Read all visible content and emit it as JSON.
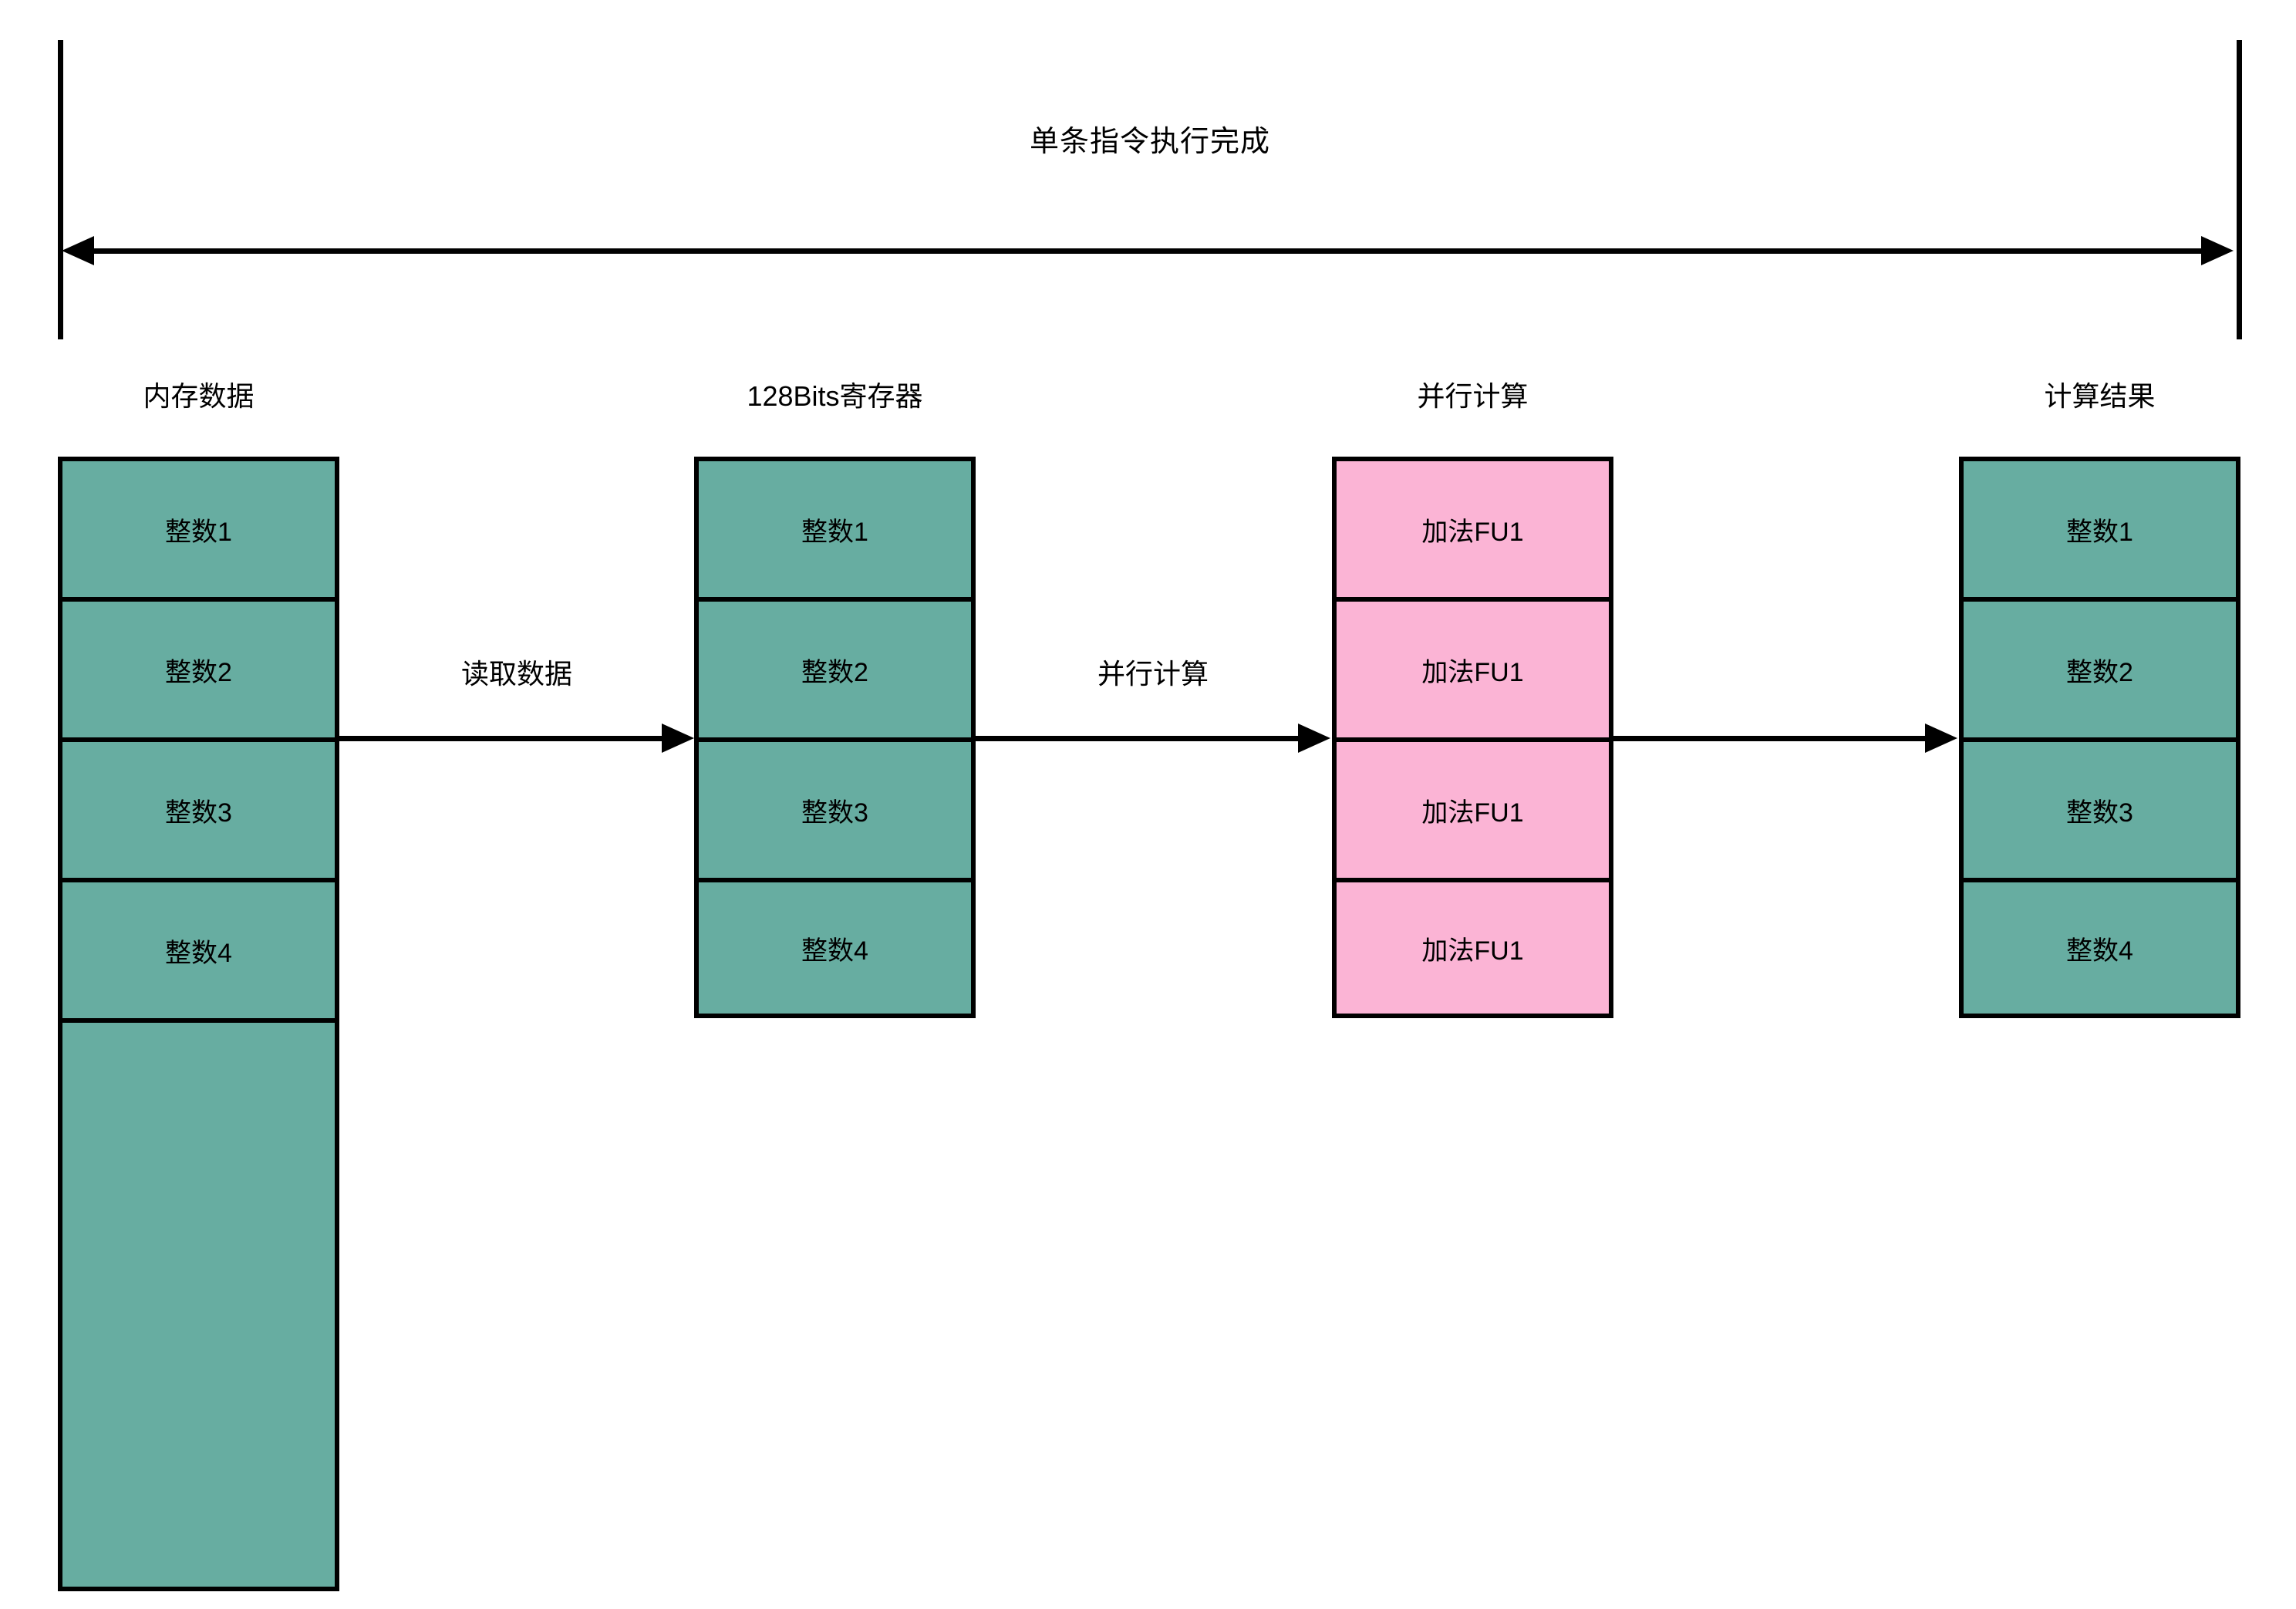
{
  "diagram": {
    "title": "单条指令执行完成",
    "colors": {
      "data_fill": "#67ADA1",
      "compute_fill": "#FBB4D5",
      "stroke": "#000000",
      "background": "#ffffff"
    },
    "columns": [
      {
        "id": "memory",
        "header": "内存数据",
        "fill": "green",
        "cells": [
          "整数1",
          "整数2",
          "整数3",
          "整数4",
          ""
        ]
      },
      {
        "id": "register",
        "header": "128Bits寄存器",
        "fill": "green",
        "cells": [
          "整数1",
          "整数2",
          "整数3",
          "整数4"
        ]
      },
      {
        "id": "parallel-compute",
        "header": "并行计算",
        "fill": "pink",
        "cells": [
          "加法FU1",
          "加法FU1",
          "加法FU1",
          "加法FU1"
        ]
      },
      {
        "id": "result",
        "header": "计算结果",
        "fill": "green",
        "cells": [
          "整数1",
          "整数2",
          "整数3",
          "整数4"
        ]
      }
    ],
    "flows": [
      {
        "id": "memory-to-register",
        "label": "读取数据"
      },
      {
        "id": "register-to-compute",
        "label": "并行计算"
      },
      {
        "id": "compute-to-result",
        "label": ""
      }
    ]
  }
}
